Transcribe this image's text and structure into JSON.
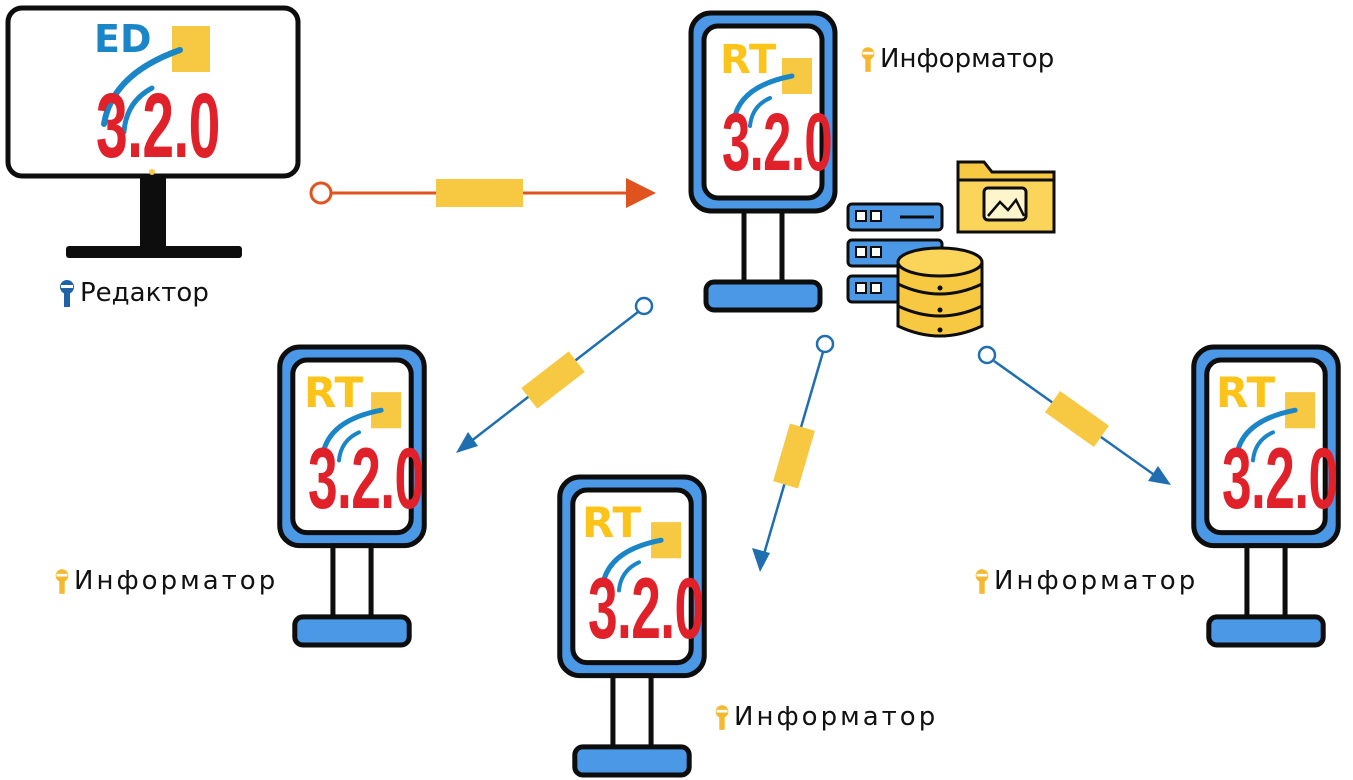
{
  "colors": {
    "kiosk_frame": "#4a98e6",
    "outline": "#0d0d0d",
    "rt_prefix": "#fcc419",
    "ed_prefix": "#1a86c7",
    "version": "#e0212a",
    "logo_square": "#f7c842",
    "editor_link": "#e0531f",
    "client_link": "#1f6fb0",
    "packet": "#f7c842",
    "key_editor": "#1e63a8",
    "key_informer": "#f5b82e"
  },
  "editor": {
    "prefix": "ED",
    "version": "3.2.0",
    "caption": "Редактор",
    "icon": "monitor-icon"
  },
  "server": {
    "prefix": "RT",
    "version": "3.2.0",
    "caption": "Информатор",
    "icons": [
      "kiosk-icon",
      "server-rack-icon",
      "database-icon",
      "image-folder-icon"
    ]
  },
  "clients": [
    {
      "prefix": "RT",
      "version": "3.2.0",
      "caption": "Информатор"
    },
    {
      "prefix": "RT",
      "version": "3.2.0",
      "caption": "Информатор"
    },
    {
      "prefix": "RT",
      "version": "3.2.0",
      "caption": "Информатор"
    }
  ]
}
